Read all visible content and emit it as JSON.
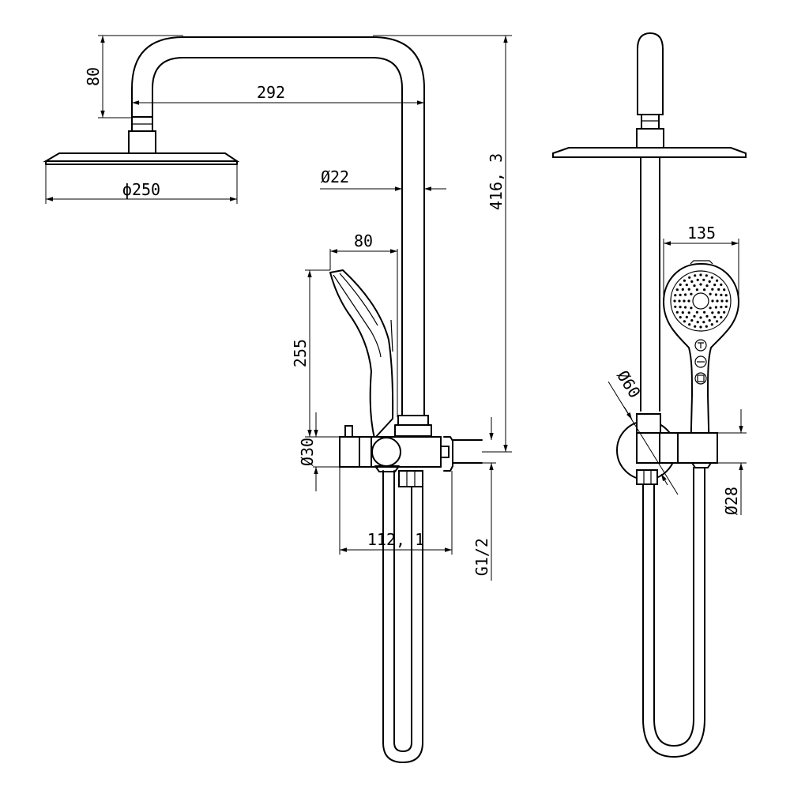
{
  "dimensions": {
    "arm_height": "80",
    "arm_reach": "292",
    "overall_height": "416, 3",
    "head_diameter": "ϕ250",
    "pipe_diameter": "Ø22",
    "hand_shower_offset": "80",
    "hand_shower_length": "255",
    "body_diameter": "Ø30",
    "body_length": "112, 1",
    "inlet_thread": "G1/2",
    "hand_shower_width": "135",
    "flange_diameter": "Ø60",
    "holder_diameter": "Ø28"
  }
}
